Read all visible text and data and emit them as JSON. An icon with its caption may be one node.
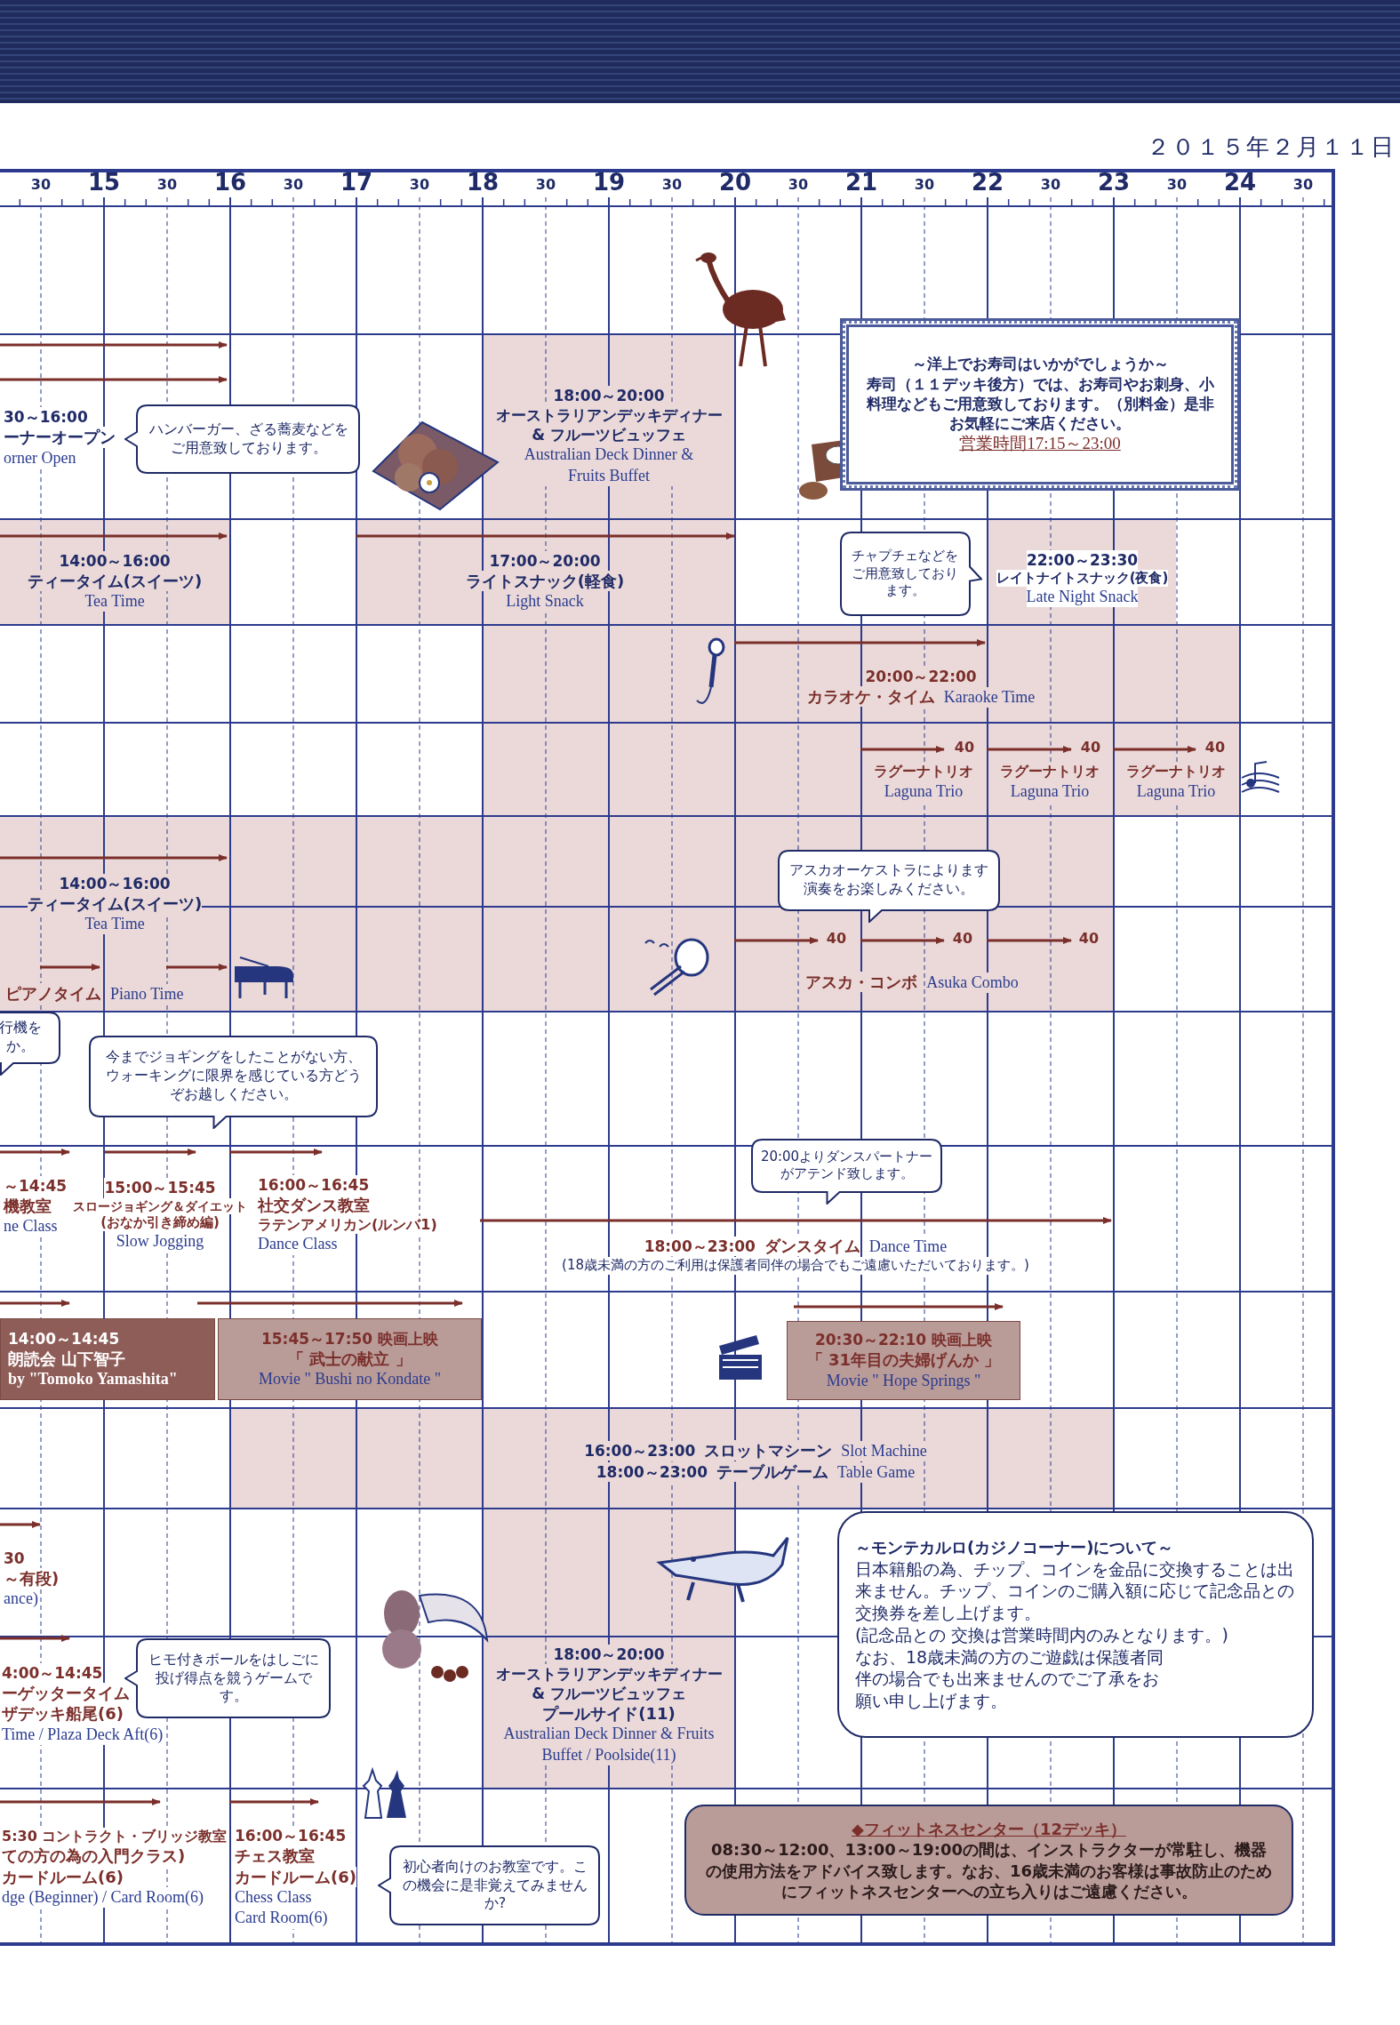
{
  "diagram": {
    "nodes": [
      {
        "text": [
          "30～16:00",
          "ーナーオープン",
          "orner Open"
        ]
      },
      {
        "text": [
          "ハンバーガー、ざる蕎麦などをご用意致しております。"
        ]
      },
      {
        "text": [
          "18:00～20:00",
          "オーストラリアンデッキディナー & フルーツビュッフェ",
          "Australian Deck Dinner & Fruits Buffet"
        ]
      },
      {
        "text": [
          "～洋上でお寿司はいかがでしょうか～",
          "寿司（１１デッキ後方）では、お寿司やお刺身、小料理などもご用意致しております。（別料金）是非お気軽にご来店ください。",
          "営業時間17:15～23:00"
        ]
      },
      {
        "text": [
          "14:00～16:00",
          "ティータイム(スイーツ)",
          "Tea Time"
        ]
      },
      {
        "text": [
          "17:00～20:00",
          "ライトスナック(軽食)",
          "Light Snack"
        ]
      },
      {
        "text": [
          "チャプチェなどをご用意致しております。"
        ]
      },
      {
        "text": [
          "22:00～23:30",
          "レイトナイトスナック(夜食)",
          "Late Night Snack"
        ]
      },
      {
        "text": [
          "20:00～22:00",
          "カラオケ・タイム",
          "Karaoke Time"
        ]
      },
      {
        "text": [
          "ラグーナトリオ",
          "Laguna Trio"
        ]
      },
      {
        "text": [
          "ラグーナトリオ",
          "Laguna Trio"
        ]
      },
      {
        "text": [
          "ラグーナトリオ",
          "Laguna Trio"
        ]
      },
      {
        "text": [
          "アスカオーケストラによります演奏をお楽しみください。"
        ]
      },
      {
        "text": [
          "14:00～16:00",
          "ティータイム(スイーツ)",
          "Tea Time"
        ]
      },
      {
        "text": [
          "ピアノタイム",
          "Piano Time"
        ]
      },
      {
        "text": [
          "アスカ・コンボ",
          "Asuka Combo"
        ]
      },
      {
        "text": [
          "行機をか。"
        ]
      },
      {
        "text": [
          "今までジョギングをしたことがない方、ウォーキングに限界を感じている方どうぞお越しください。"
        ]
      },
      {
        "text": [
          "～14:45",
          "機教室",
          "ne Class"
        ]
      },
      {
        "text": [
          "15:00～15:45",
          "スロージョギング＆ダイエット",
          "(おなか引き締め編)",
          "Slow Jogging"
        ]
      },
      {
        "text": [
          "16:00～16:45",
          "社交ダンス教室",
          "ラテンアメリカン(ルンバ1)",
          "Dance Class"
        ]
      },
      {
        "text": [
          "20:00よりダンスパートナーがアテンド致します。"
        ]
      },
      {
        "text": [
          "18:00～23:00",
          "ダンスタイム",
          "Dance Time",
          "(18歳未満の方のご利用は保護者同伴の場合でもご遠慮いただいております。)"
        ]
      },
      {
        "text": [
          "14:00～14:45",
          "朗読会 山下智子",
          "by \"Tomoko Yamashita\""
        ]
      },
      {
        "text": [
          "15:45～17:50 映画上映",
          "「 武士の献立 」",
          "Movie \" Bushi no Kondate \""
        ]
      },
      {
        "text": [
          "20:30～22:10 映画上映",
          "「 31年目の夫婦げんか 」",
          "Movie \" Hope Springs \""
        ]
      },
      {
        "text": [
          "16:00～23:00",
          "スロットマシーン",
          "Slot Machine",
          "18:00～23:00",
          "テーブルゲーム",
          "Table Game"
        ]
      },
      {
        "text": [
          "30",
          "～有段)",
          "ance)"
        ]
      },
      {
        "text": [
          "4:00～14:45",
          "ーゲッタータイム",
          "ザデッキ船尾(6)",
          "Time / Plaza Deck Aft(6)"
        ]
      },
      {
        "text": [
          "ヒモ付きボールをはしごに投げ得点を競うゲームです。"
        ]
      },
      {
        "text": [
          "18:00～20:00",
          "オーストラリアンデッキディナー & フルーツビュッフェ",
          "プールサイド(11)",
          "Australian Deck Dinner & Fruits Buffet / Poolside(11)"
        ]
      },
      {
        "text": [
          "～モンテカルロ(カジノコーナー)について～",
          "日本籍船の為、チップ、コインを金品に交換することは出来ません。チップ、コインのご購入額に応じて記念品との交換券を差し上げます。",
          "(記念品との 交換は営業時間内のみとなります。)",
          "なお、18歳未満の方のご遊戯は保護者同伴の場合でも出来ませんのでご了承をお願い申し上げます。"
        ]
      },
      {
        "text": [
          "5:30 コントラクト・ブリッジ教室",
          "ての方の為の入門クラス)",
          "カードルーム(6)",
          "dge (Beginner) / Card Room(6)"
        ]
      },
      {
        "text": [
          "16:00～16:45",
          "チェス教室",
          "カードルーム(6)",
          "Chess Class",
          "Card Room(6)"
        ]
      },
      {
        "text": [
          "初心者向けのお教室です。この機会に是非覚えてみませんか?"
        ]
      },
      {
        "text": [
          "◆フィットネスセンター（12デッキ）",
          "08:30～12:00、13:00～19:00の間は、インストラクターが常駐し、機器の使用方法をアドバイス致します。なお、16歳未満のお客様は事故防止のためにフィットネスセンターへの立ち入りはご遠慮ください。"
        ]
      }
    ],
    "labels": [
      "２０１５年２月１１日",
      "30",
      "15",
      "30",
      "16",
      "30",
      "17",
      "30",
      "18",
      "30",
      "19",
      "30",
      "20",
      "30",
      "21",
      "30",
      "22",
      "30",
      "23",
      "30",
      "24",
      "30",
      "40",
      "40",
      "40",
      "40",
      "40",
      "40"
    ]
  }
}
